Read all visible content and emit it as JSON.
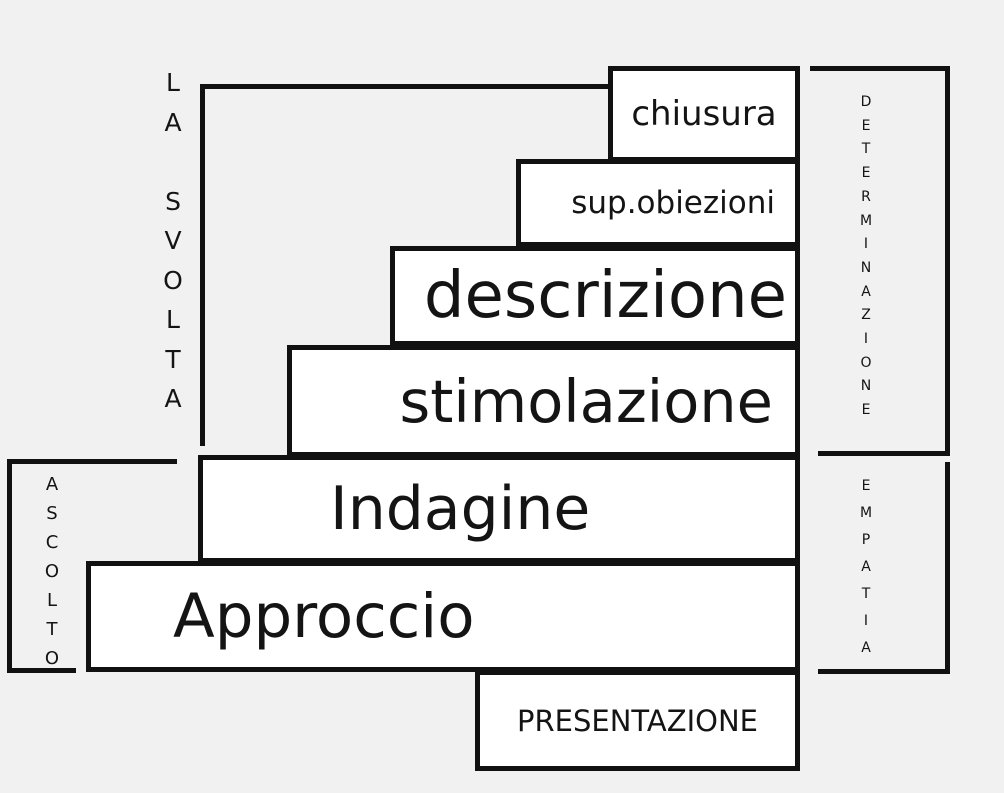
{
  "steps": {
    "chiusura": "chiusura",
    "superamento_obiezioni": "sup.obiezioni",
    "descrizione": "descrizione",
    "stimolazione": "stimolazione",
    "indagine": "Indagine",
    "approccio": "Approccio",
    "presentazione": "PRESENTAZIONE"
  },
  "side_labels": {
    "la_svolta": [
      "L",
      "A",
      "",
      "S",
      "V",
      "O",
      "L",
      "T",
      "A"
    ],
    "ascolto": [
      "A",
      "S",
      "C",
      "O",
      "L",
      "T",
      "O"
    ],
    "determinazione": [
      "D",
      "E",
      "T",
      "E",
      "R",
      "M",
      "I",
      "N",
      "A",
      "Z",
      "I",
      "O",
      "N",
      "E"
    ],
    "empatia": [
      "E",
      "M",
      "P",
      "A",
      "T",
      "I",
      "A"
    ]
  }
}
